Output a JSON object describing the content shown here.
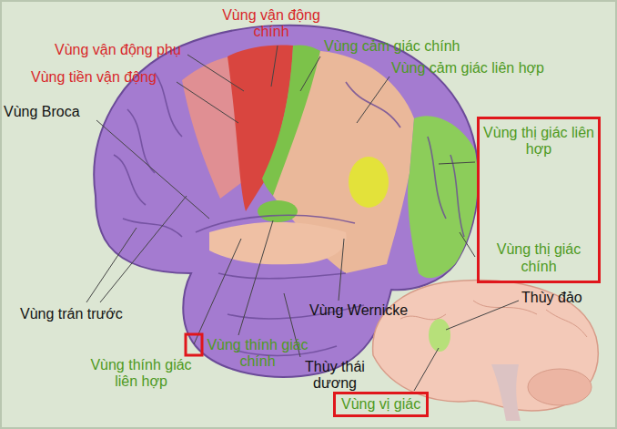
{
  "diagram": {
    "nodes": [
      {
        "text": [
          "Vùng thị giác liên hợp",
          "Vùng thị giác chính"
        ]
      },
      {
        "text": [
          "Vùng vị giác"
        ]
      }
    ],
    "labels": [
      "Vùng vận động chính",
      "Vùng vận động phụ",
      "Vùng tiền vận động",
      "Vùng cảm giác chính",
      "Vùng cảm giác liên hợp",
      "Vùng Broca",
      "Vùng trán trước",
      "Vùng thính giác liên hợp",
      "Vùng thính giác chính",
      "Vùng Wernicke",
      "Thùy thái dương",
      "Thùy đảo"
    ]
  }
}
